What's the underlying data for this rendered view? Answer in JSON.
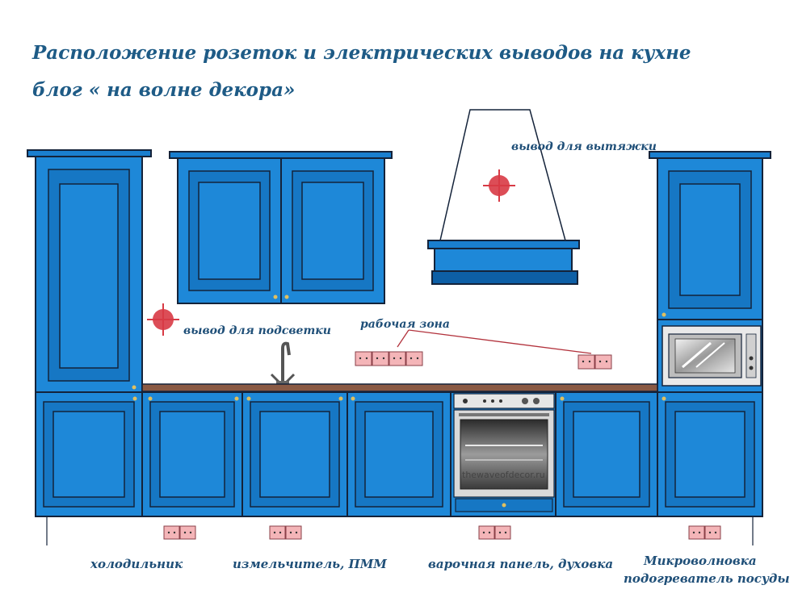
{
  "title": {
    "line1": "Расположение розеток и электрических выводов на кухне",
    "line2": "блог « на волне декора»"
  },
  "labels": {
    "hood_outlet": "вывод для вытяжки",
    "light_outlet": "вывод для подсветки",
    "work_zone": "рабочая зона",
    "fridge": "холодильник",
    "grinder": "измельчитель, ПММ",
    "cooktop": "варочная панель, духовка",
    "microwave_line1": "Микроволновка",
    "microwave_line2": "подогреватель посуды"
  },
  "watermark": "thewaveofdecor.ru",
  "colors": {
    "cabinet": "#1e88d8",
    "cabinet_dark": "#0d5fa6",
    "outline": "#14233a",
    "countertop": "#8a5a44",
    "socket_fill": "#f4b5b8",
    "outlet_marker": "#d83a45",
    "text": "#1f4f78"
  },
  "icons": {
    "outlet_marker": "crosshair-circle-icon",
    "socket": "double-socket-icon"
  }
}
